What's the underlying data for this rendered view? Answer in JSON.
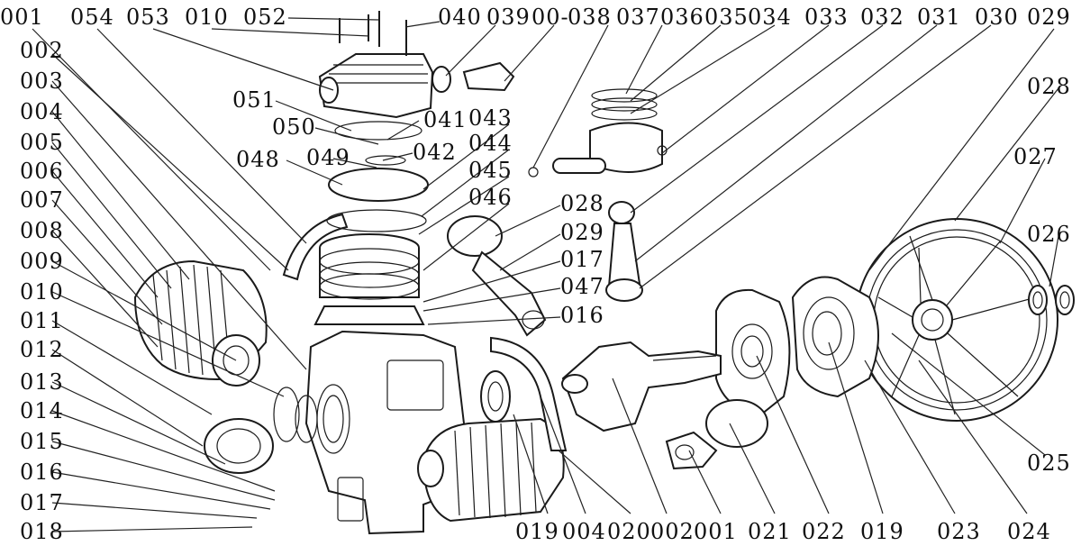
{
  "diagram": {
    "labels": {
      "l001a": "001",
      "l054": "054",
      "l053": "053",
      "l010a": "010",
      "l052": "052",
      "l040": "040",
      "l039": "039",
      "l00dash": "00-",
      "l038": "038",
      "l037": "037",
      "l036": "036",
      "l035": "035",
      "l034": "034",
      "l033": "033",
      "l032": "032",
      "l031": "031",
      "l030": "030",
      "l029a": "029",
      "l002a": "002",
      "l003": "003",
      "l004a": "004",
      "l005": "005",
      "l006": "006",
      "l007": "007",
      "l008": "008",
      "l009": "009",
      "l010b": "010",
      "l011": "011",
      "l012": "012",
      "l013": "013",
      "l014": "014",
      "l015": "015",
      "l016a": "016",
      "l017a": "017",
      "l018": "018",
      "l051": "051",
      "l050": "050",
      "l041": "041",
      "l042": "042",
      "l049": "049",
      "l048": "048",
      "l043": "043",
      "l044": "044",
      "l045": "045",
      "l046": "046",
      "l028a": "028",
      "l029b": "029",
      "l017b": "017",
      "l047": "047",
      "l016b": "016",
      "l028b": "028",
      "l027": "027",
      "l026": "026",
      "l025": "025",
      "l019a": "019",
      "l004b": "004",
      "l020": "020",
      "l002b": "002",
      "l001b": "001",
      "l021": "021",
      "l022": "022",
      "l019b": "019",
      "l023": "023",
      "l024": "024"
    }
  }
}
